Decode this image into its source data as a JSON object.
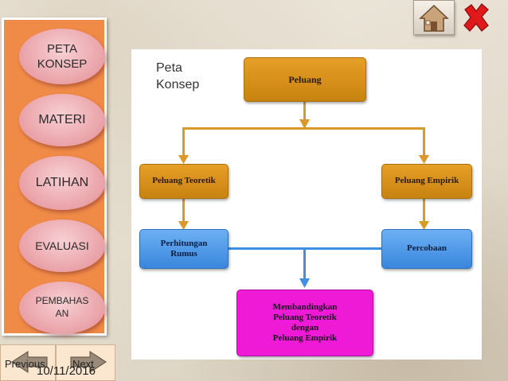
{
  "menu": {
    "items": [
      {
        "label": "PETA\nKONSEP"
      },
      {
        "label": "MATERI"
      },
      {
        "label": "LATIHAN"
      },
      {
        "label": "EVALUASI"
      },
      {
        "label": "PEMBAHAS\nAN"
      }
    ]
  },
  "content": {
    "label": "Peta\nKonsep"
  },
  "diagram": {
    "root": "Peluang",
    "left_child": "Peluang Teoretik",
    "right_child": "Peluang Empirik",
    "left_leaf": "Perhitungan\nRumus",
    "right_leaf": "Percobaan",
    "result": "Membandingkan\nPeluang Teoretik\ndengan\nPeluang Empirik"
  },
  "nav": {
    "previous_label": "Previous",
    "next_label": "Next",
    "date": "10/11/2016"
  },
  "colors": {
    "sidebar": "#f08a47",
    "menu_button": "#e9a1a7",
    "orange_box": "#d9901a",
    "blue_box": "#4a93e6",
    "magenta_box": "#ee1ad6"
  },
  "icons": {
    "home": "home-icon",
    "close": "close-icon",
    "previous": "arrow-left-icon",
    "next": "arrow-right-icon"
  }
}
